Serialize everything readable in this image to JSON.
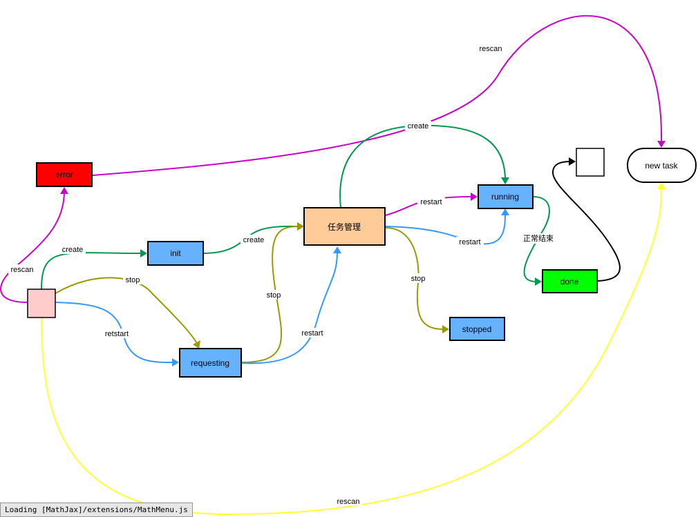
{
  "nodes": {
    "error": {
      "label": "error",
      "fill": "#ff0000"
    },
    "init": {
      "label": "init",
      "fill": "#66b2ff"
    },
    "source": {
      "label": "",
      "fill": "#ffcccc"
    },
    "requesting": {
      "label": "requesting",
      "fill": "#66b2ff"
    },
    "manager": {
      "label": "任务管理",
      "fill": "#ffcc99"
    },
    "running": {
      "label": "running",
      "fill": "#66b2ff"
    },
    "stopped": {
      "label": "stopped",
      "fill": "#66b2ff"
    },
    "done": {
      "label": "done",
      "fill": "#00ff00"
    },
    "end": {
      "label": "",
      "fill": "#ffffff"
    },
    "new_task": {
      "label": "new task",
      "fill": "#ffffff"
    }
  },
  "edges": {
    "rescan_error_newtask": {
      "label": "rescan",
      "color": "#cc00cc"
    },
    "rescan_source_error": {
      "label": "rescan",
      "color": "#cc00cc"
    },
    "create_source_init": {
      "label": "create",
      "color": "#00994d"
    },
    "stop_source_requesting": {
      "label": "stop",
      "color": "#999900"
    },
    "retstart_source_requesting": {
      "label": "retstart",
      "color": "#3399ff"
    },
    "create_init_manager": {
      "label": "create",
      "color": "#00994d"
    },
    "stop_requesting_manager": {
      "label": "stop",
      "color": "#999900"
    },
    "restart_requesting_manager": {
      "label": "restart",
      "color": "#3399ff"
    },
    "create_manager_running": {
      "label": "create",
      "color": "#00994d"
    },
    "restart_manager_running_top": {
      "label": "restart",
      "color": "#cc00cc"
    },
    "restart_manager_running_bottom": {
      "label": "restart",
      "color": "#3399ff"
    },
    "stop_manager_stopped": {
      "label": "stop",
      "color": "#999900"
    },
    "finish_running_done": {
      "label": "正常结束",
      "color": "#00994d"
    },
    "done_end": {
      "label": "",
      "color": "#000000"
    },
    "rescan_source_newtask": {
      "label": "rescan",
      "color": "#ffff33"
    }
  },
  "status_bar": {
    "text": "Loading [MathJax]/extensions/MathMenu.js"
  }
}
